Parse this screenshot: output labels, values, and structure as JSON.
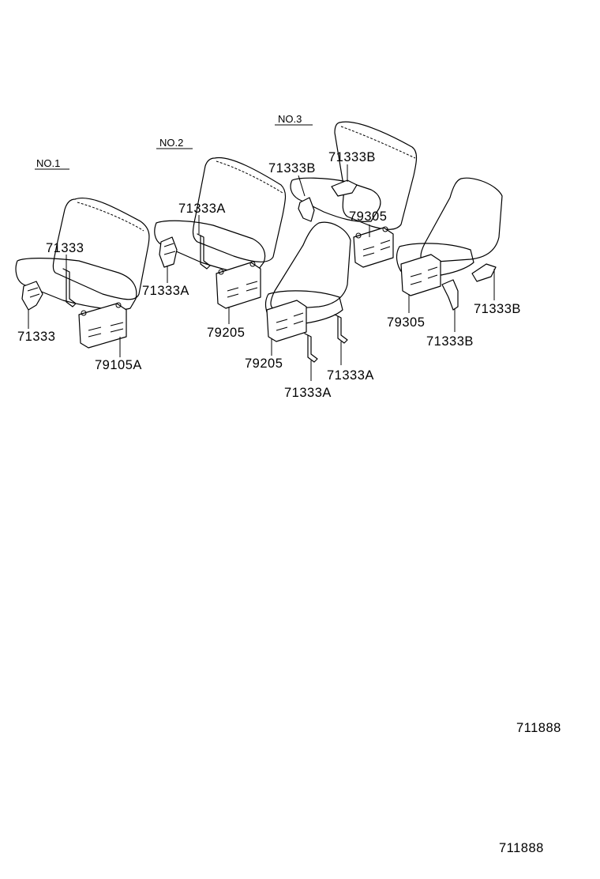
{
  "seats": {
    "no1": "NO.1",
    "no2": "NO.2",
    "no3": "NO.3"
  },
  "parts": {
    "p1": "71333",
    "p2": "71333",
    "p3": "79105A",
    "p4": "71333A",
    "p5": "71333A",
    "p6": "79205",
    "p7": "71333B",
    "p8": "71333B",
    "p9": "79305",
    "p10": "79205",
    "p11": "71333A",
    "p12": "71333A",
    "p13": "79305",
    "p14": "71333B",
    "p15": "71333B"
  },
  "codes": {
    "code1": "711888",
    "code2": "711888"
  }
}
